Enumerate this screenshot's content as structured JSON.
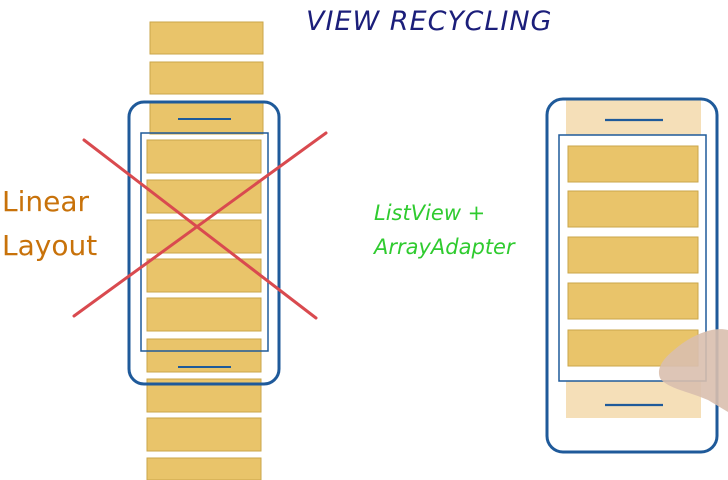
{
  "title": "VIEW RECYCLING",
  "left_label": {
    "line1": "Linear",
    "line2": "Layout"
  },
  "right_label": {
    "line1": "ListView +",
    "line2": "ArrayAdapter"
  },
  "colors": {
    "item_fill": "#e9c46a",
    "item_stroke": "#caa64a",
    "phone_outline": "#1f5a9a",
    "cross": "#d94a4f",
    "title": "#1b1e7a",
    "linear_label": "#c8720a",
    "listview_label": "#2fcb2f",
    "faded_item": "#f5dfb8"
  }
}
